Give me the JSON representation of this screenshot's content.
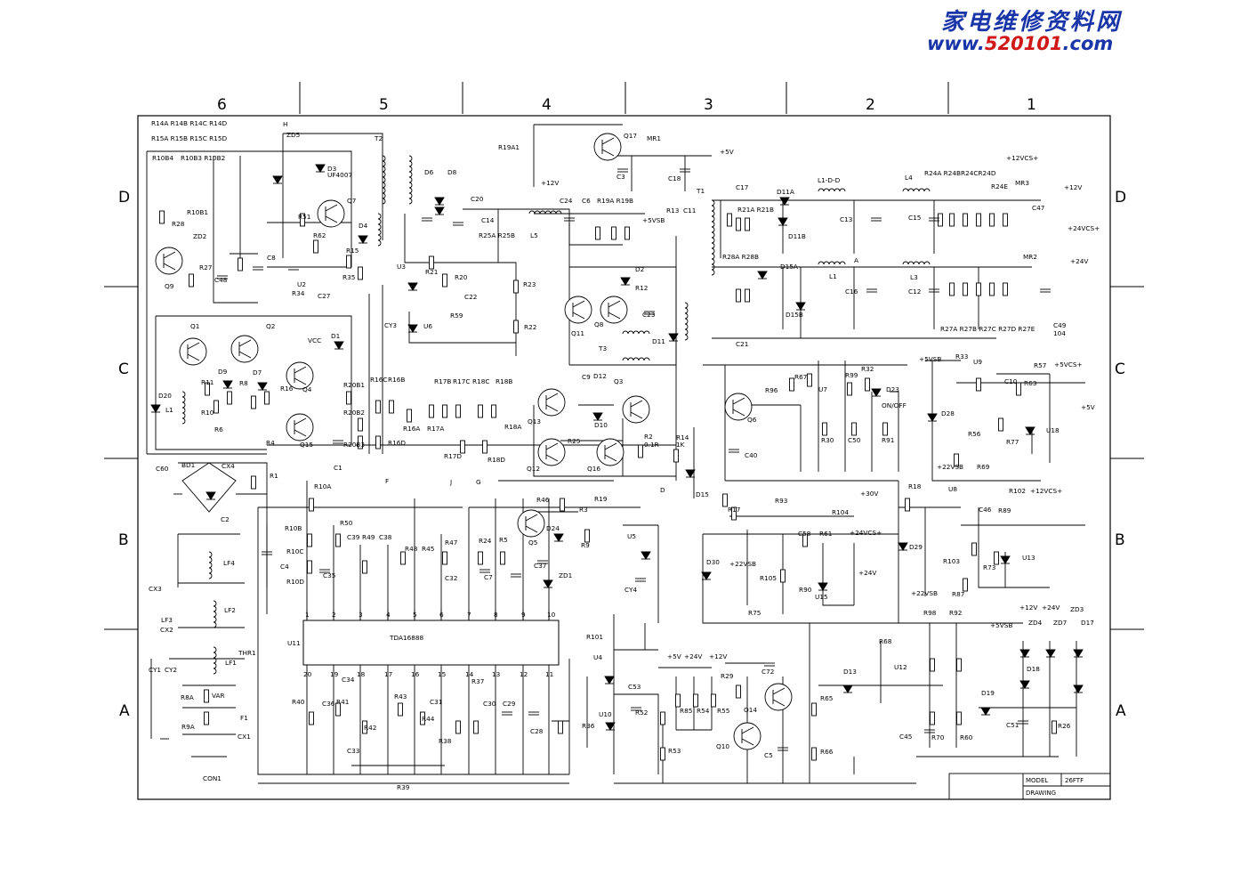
{
  "watermark": {
    "chinese": "家电维修资料网",
    "url_prefix": "www.",
    "url_number": "520101",
    "url_suffix": ".com"
  },
  "column_zones": [
    "6",
    "5",
    "4",
    "3",
    "2",
    "1"
  ],
  "row_zones": [
    "D",
    "C",
    "B",
    "A"
  ],
  "title_block": {
    "model_label": "MODEL",
    "model_value": "26FTF",
    "drawing_label": "DRAWING"
  },
  "ic_main": {
    "ref": "U11",
    "part": "TDA16888"
  },
  "components": [
    "R14A R14B  R14C  R14D",
    "R15A R15B  R15C  R15D",
    "R10B4",
    "R10B3 R10B2",
    "R10B1",
    "R28",
    "ZD2",
    "R27",
    "C48",
    "Q9",
    "H",
    "ZD5",
    "D3",
    "UF4007",
    "Q7",
    "R51",
    "R62",
    "C8",
    "U2",
    "R34",
    "C27",
    "R35",
    "R15",
    "D4",
    "T2",
    "U3",
    "D6",
    "D8",
    "C20",
    "C14",
    "R25A R25B",
    "L5",
    "R21",
    "R20",
    "C22",
    "R59",
    "U6",
    "CY3",
    "R23",
    "R22",
    "Q17",
    "MR1",
    "+5V",
    "R19A1",
    "+12V",
    "C3",
    "C18",
    "C24",
    "C6",
    "R19A  R19B",
    "R13",
    "C11",
    "+5VSB",
    "T1",
    "D2",
    "R12",
    "C23",
    "Q11",
    "Q8",
    "D11",
    "T3",
    "Q3",
    "D12",
    "C9",
    "C17",
    "D11A",
    "R21A R21B",
    "D11B",
    "R28A R28B",
    "L1-D-D",
    "C13",
    "L4",
    "C15",
    "R24A R24BR24CR24D",
    "R24E",
    "MR3",
    "C47",
    "+12VCS+",
    "+12V",
    "+24VCS+",
    "D15A",
    "L1",
    "A",
    "C16",
    "L3",
    "C12",
    "MR2",
    "+24V",
    "D15B",
    "C21",
    "R27A R27B R27C R27D R27E",
    "C49",
    "104",
    "Q1",
    "Q2",
    "VCC",
    "D1",
    "R11",
    "R10",
    "R6",
    "D9",
    "R8",
    "D7",
    "R16",
    "Q4",
    "Q15",
    "R4",
    "D20",
    "L1",
    "C1",
    "R20B1",
    "R20B2",
    "R20B3",
    "R16C",
    "R16B",
    "R16A",
    "R16D",
    "F",
    "R17B",
    "R17C",
    "R18C",
    "R18B",
    "R17A",
    "R18A",
    "R17D",
    "R18D",
    "J",
    "G",
    "Q13",
    "R25",
    "D10",
    "Q12",
    "Q16",
    "R2",
    "0.1R",
    "R14",
    "1K",
    "D",
    "D15",
    "R96",
    "Q6",
    "R67",
    "U7",
    "R99",
    "R32",
    "D23",
    "ON/OFF",
    "R30",
    "C50",
    "R91",
    "C40",
    "+5VSB",
    "R33",
    "U9",
    "R57",
    "+5VCS+",
    "C10",
    "R63",
    "+5V",
    "D28",
    "R56",
    "R77",
    "U18",
    "+22VSB",
    "R69",
    "C60",
    "BD1",
    "CX4",
    "C2",
    "R1",
    "R10A",
    "R10B",
    "R10C",
    "R10D",
    "C4",
    "R50",
    "C39",
    "R49",
    "C38",
    "C35",
    "R48",
    "R45",
    "R47",
    "C32",
    "R24",
    "R5",
    "C7",
    "R46",
    "R3",
    "Q5",
    "D24",
    "R9",
    "R19",
    "U5",
    "C37",
    "ZD1",
    "CY4",
    "D30",
    "R17",
    "R93",
    "+30V",
    "R104",
    "C58",
    "R61",
    "+22VSB",
    "R105",
    "R90",
    "U15",
    "+24VCS+",
    "+24V",
    "R75",
    "R18",
    "D29",
    "U8",
    "R102",
    "+12VCS+",
    "C46",
    "R89",
    "R103",
    "R73",
    "U13",
    "+22VSB",
    "R87",
    "LF4",
    "CX3",
    "LF2",
    "LF3",
    "CX2",
    "THR1",
    "LF1",
    "CY1",
    "CY2",
    "R8A",
    "VAR",
    "R9A",
    "F1",
    "CX1",
    "CON1",
    "R40",
    "C36",
    "R41",
    "C34",
    "R42",
    "C33",
    "R43",
    "C31",
    "R44",
    "R38",
    "R37",
    "C30",
    "C29",
    "C28",
    "R36",
    "R101",
    "U4",
    "U10",
    "C53",
    "R52",
    "R53",
    "R39",
    "+5V",
    "+24V",
    "+12V",
    "R85",
    "R54",
    "R55",
    "R29",
    "C72",
    "Q14",
    "Q10",
    "C5",
    "R65",
    "R66",
    "R98",
    "R92",
    "+5VSB",
    "R68",
    "D13",
    "U12",
    "D19",
    "C45",
    "R70",
    "R60",
    "C51",
    "R26",
    "+12V",
    "+24V",
    "ZD3",
    "ZD4",
    "ZD7",
    "D17",
    "D18"
  ],
  "ic_pins": [
    "1",
    "2",
    "3",
    "4",
    "5",
    "6",
    "7",
    "8",
    "9",
    "10",
    "20",
    "19",
    "18",
    "17",
    "16",
    "15",
    "14",
    "13",
    "12",
    "11"
  ]
}
